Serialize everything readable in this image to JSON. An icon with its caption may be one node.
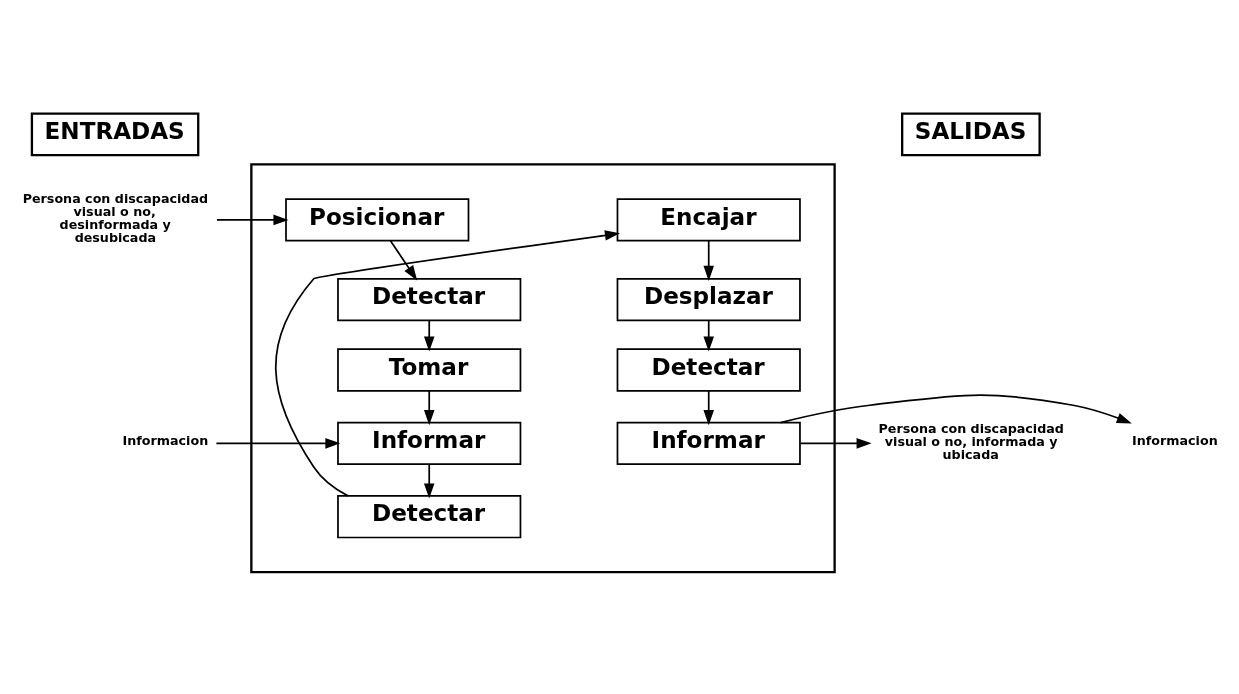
{
  "diagram": {
    "nodes": [
      {
        "text": [
          "ENTRADAS"
        ]
      },
      {
        "text": [],
        "shape": "box"
      },
      {
        "text": [
          "SALIDAS"
        ]
      },
      {
        "text": [
          "Persona con discapacidad visual o no, desinformada y desubicada"
        ]
      },
      {
        "text": [
          "Posicionar"
        ],
        "in": 1
      },
      {
        "text": [
          "Detectar"
        ],
        "in": 1
      },
      {
        "text": [
          "Tomar"
        ],
        "in": 1
      },
      {
        "text": [
          "Informar"
        ],
        "in": 1
      },
      {
        "text": [
          "Detectar"
        ],
        "in": 1
      },
      {
        "text": [
          "Encajar"
        ],
        "in": 1
      },
      {
        "text": [
          "Desplazar"
        ],
        "in": 1
      },
      {
        "text": [
          "Detectar"
        ],
        "in": 1
      },
      {
        "text": [
          "Informar"
        ],
        "in": 1
      },
      {
        "text": [
          "Informacion"
        ]
      },
      {
        "text": [
          "Persona con discapacidad visual o no, informada y ubicada"
        ]
      },
      {
        "text": [
          "Informacion"
        ]
      }
    ],
    "edges": [
      {
        "from": 3,
        "to": 4,
        "arrow": "to"
      },
      {
        "from": 4,
        "to": 5,
        "arrow": "to"
      },
      {
        "from": 5,
        "to": 6,
        "arrow": "to"
      },
      {
        "from": 6,
        "to": 7,
        "arrow": "to"
      },
      {
        "from": 13,
        "to": 7,
        "arrow": "to"
      },
      {
        "from": 7,
        "to": 8,
        "arrow": "to"
      },
      {
        "from": 8,
        "to": 9,
        "arrow": "to"
      },
      {
        "from": 9,
        "to": 10,
        "arrow": "to"
      },
      {
        "from": 10,
        "to": 11,
        "arrow": "to"
      },
      {
        "from": 11,
        "to": 12,
        "arrow": "to"
      },
      {
        "from": 12,
        "to": 14,
        "arrow": "to"
      },
      {
        "from": 12,
        "to": 15,
        "arrow": "to"
      }
    ]
  }
}
